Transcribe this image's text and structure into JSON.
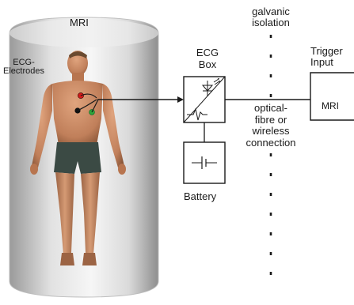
{
  "scanner": {
    "label": "MRI"
  },
  "electrodes": {
    "label_lines": [
      "ECG-",
      "Electrodes"
    ]
  },
  "ecg_box": {
    "label_lines": [
      "ECG",
      "Box"
    ]
  },
  "isolation": {
    "label_lines": [
      "galvanic",
      "isolation"
    ]
  },
  "link": {
    "label_lines": [
      "optical-",
      "fibre or",
      "wireless",
      "connection"
    ]
  },
  "trigger": {
    "label_lines": [
      "Trigger",
      "Input"
    ],
    "device_label": "MRI"
  },
  "battery": {
    "label": "Battery"
  },
  "colors": {
    "bore_light": "#f4f4f4",
    "bore_dark": "#9a9a9a",
    "skin": "#c98a64",
    "skin_shadow": "#8a5638",
    "shorts": "#3b4a44",
    "electrode_red": "#d11a1a",
    "electrode_green": "#2fa53a",
    "electrode_black": "#111111",
    "line": "#1a1a1a"
  }
}
